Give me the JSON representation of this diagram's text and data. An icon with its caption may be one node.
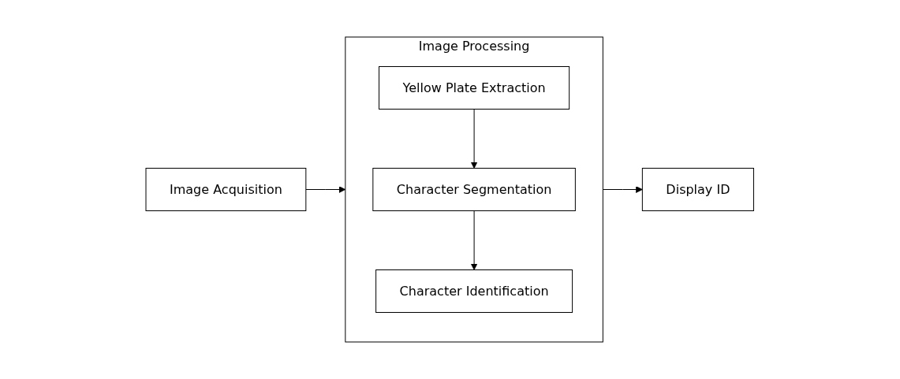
{
  "diagram": {
    "nodes": [
      {
        "text": [
          "Image Acquisition"
        ]
      },
      {
        "text": [
          "Image Processing"
        ]
      },
      {
        "text": [
          "Yellow Plate Extraction"
        ],
        "in": 1
      },
      {
        "text": [
          "Character Segmentation"
        ],
        "in": 1
      },
      {
        "text": [
          "Character Identification"
        ],
        "in": 1
      },
      {
        "text": [
          "Display ID"
        ]
      }
    ],
    "edges": [
      {
        "from": 0,
        "to": 1,
        "arrow": "to"
      },
      {
        "from": 2,
        "to": 3,
        "arrow": "to"
      },
      {
        "from": 3,
        "to": 4,
        "arrow": "to"
      },
      {
        "from": 1,
        "to": 5,
        "arrow": "to"
      }
    ]
  }
}
